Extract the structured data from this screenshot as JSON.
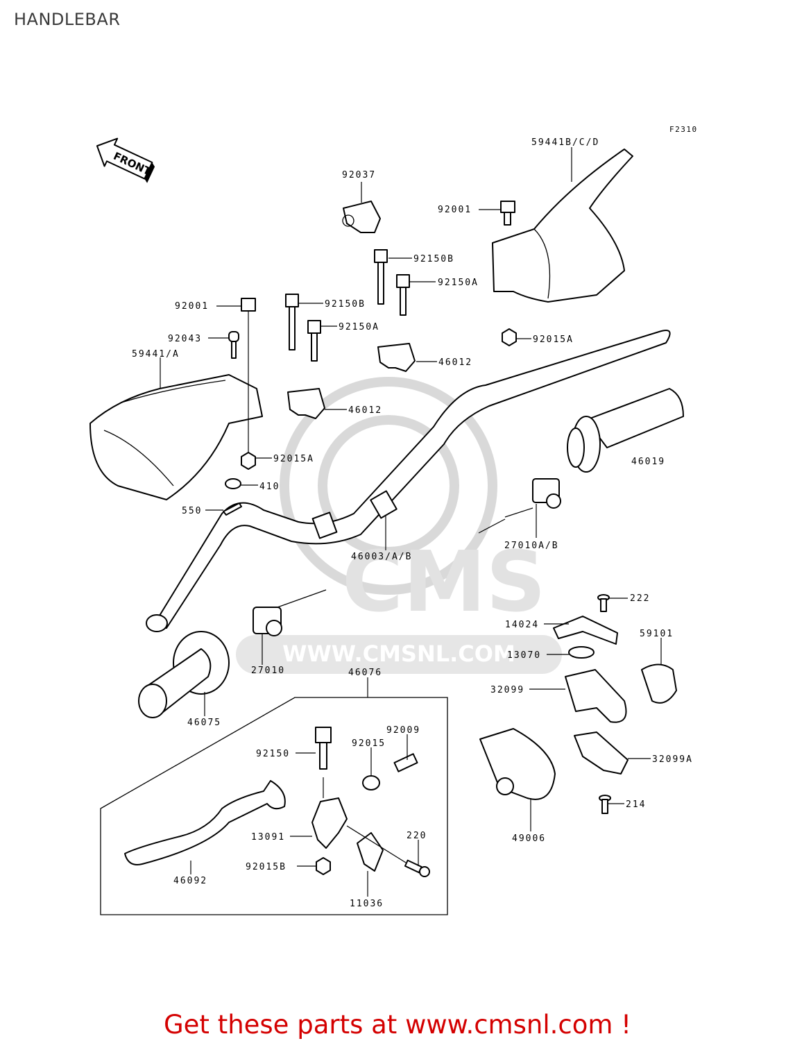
{
  "title": "HANDLEBAR",
  "figure_code": "F2310",
  "front_arrow_label": "FRONT",
  "watermark": {
    "brand": "CMS",
    "url": "WWW.CMSNL.COM"
  },
  "labels": {
    "p59441bcd": "59441B/C/D",
    "p92037": "92037",
    "p92001_top": "92001",
    "p92150b_top": "92150B",
    "p92150a_top": "92150A",
    "p92001_left": "92001",
    "p92150b_mid": "92150B",
    "p92150a_mid": "92150A",
    "p92043": "92043",
    "p59441a": "59441/A",
    "p92015a_top": "92015A",
    "p46012_top": "46012",
    "p46012_bot": "46012",
    "p92015a_left": "92015A",
    "p410": "410",
    "p550": "550",
    "p46019": "46019",
    "p46003": "46003/A/B",
    "p27010ab": "27010A/B",
    "p222": "222",
    "p14024": "14024",
    "p59101": "59101",
    "p13070": "13070",
    "p27010": "27010",
    "p46076": "46076",
    "p32099": "32099",
    "p46075": "46075",
    "p92009": "92009",
    "p92150": "92150",
    "p92015": "92015",
    "p32099a": "32099A",
    "p214": "214",
    "p13091": "13091",
    "p220": "220",
    "p49006": "49006",
    "p92015b": "92015B",
    "p46092": "46092",
    "p11036": "11036"
  },
  "footer": "Get these parts at www.cmsnl.com !"
}
